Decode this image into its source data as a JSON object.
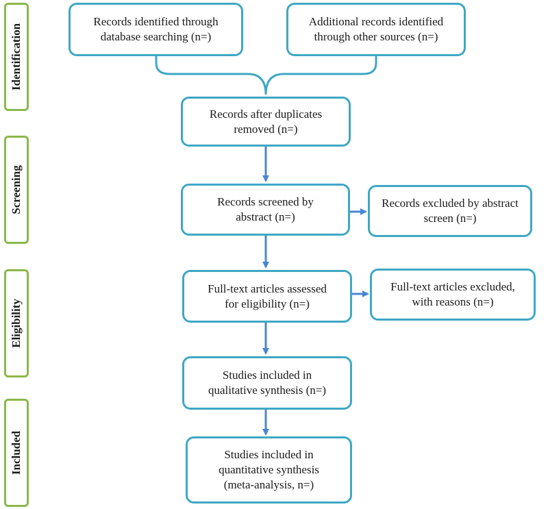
{
  "phases": {
    "identification": "Identification",
    "screening": "Screening",
    "eligibility": "Eligibility",
    "included": "Included"
  },
  "boxes": {
    "database_search": {
      "line1": "Records identified through",
      "line2": "database searching (n=)"
    },
    "other_sources": {
      "line1": "Additional records identified",
      "line2": "through other sources (n=)"
    },
    "duplicates_removed": {
      "line1": "Records after duplicates",
      "line2": "removed (n=)"
    },
    "screened": {
      "line1": "Records screened by",
      "line2": "abstract (n=)"
    },
    "excluded_abstract": {
      "line1": "Records excluded by abstract",
      "line2": "screen (n=)"
    },
    "fulltext_assessed": {
      "line1": "Full-text articles assessed",
      "line2": "for eligibility (n=)"
    },
    "fulltext_excluded": {
      "line1": "Full-text articles excluded,",
      "line2": "with reasons (n=)"
    },
    "qualitative": {
      "line1": "Studies included in",
      "line2": "qualitative synthesis (n=)"
    },
    "quantitative": {
      "line1": "Studies included in",
      "line2": "quantitative synthesis",
      "line3": "(meta-analysis, n=)"
    }
  },
  "colors": {
    "box_border": "#3fa7c4",
    "phase_border": "#8ab84a",
    "arrow": "#4a86d4"
  }
}
